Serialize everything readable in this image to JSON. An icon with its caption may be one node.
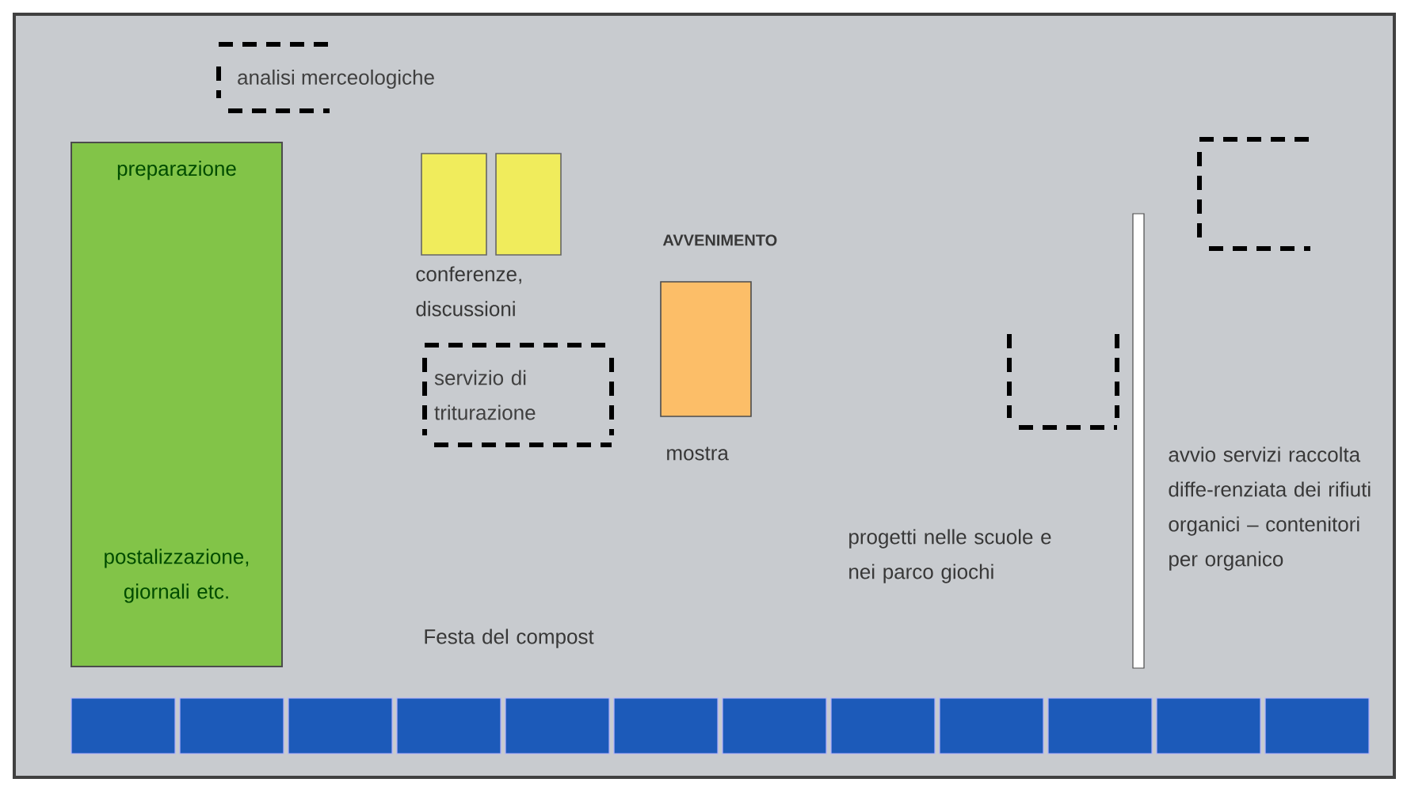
{
  "diagram": {
    "nodes": [
      {
        "text": [
          "preparazione",
          "postalizzazione, giornali etc."
        ]
      },
      {
        "text": [],
        "shape": "box"
      },
      {
        "text": [],
        "shape": "box"
      },
      {
        "text": [],
        "shape": "box"
      },
      {
        "text": [
          "servizio di triturazione"
        ]
      },
      {
        "text": [
          "analisi merceologiche"
        ]
      },
      {
        "text": [],
        "shape": "bracket"
      },
      {
        "text": [],
        "shape": "bracket"
      },
      {
        "text": [],
        "shape": "bar"
      },
      {
        "text": [],
        "shape": "box"
      },
      {
        "text": [],
        "shape": "box"
      },
      {
        "text": [],
        "shape": "box"
      },
      {
        "text": [],
        "shape": "box"
      },
      {
        "text": [],
        "shape": "box"
      },
      {
        "text": [],
        "shape": "box"
      },
      {
        "text": [],
        "shape": "box"
      },
      {
        "text": [],
        "shape": "box"
      },
      {
        "text": [],
        "shape": "box"
      },
      {
        "text": [],
        "shape": "box"
      },
      {
        "text": [],
        "shape": "box"
      },
      {
        "text": [],
        "shape": "box"
      }
    ],
    "labels": [
      "conferenze, discussioni",
      "AVVENIMENTO",
      "mostra",
      "Festa del compost",
      "progetti nelle scuole e nei parco giochi",
      "avvio servizi raccolta diffe-renziata dei rifiuti organici – contenitori per organico"
    ]
  }
}
